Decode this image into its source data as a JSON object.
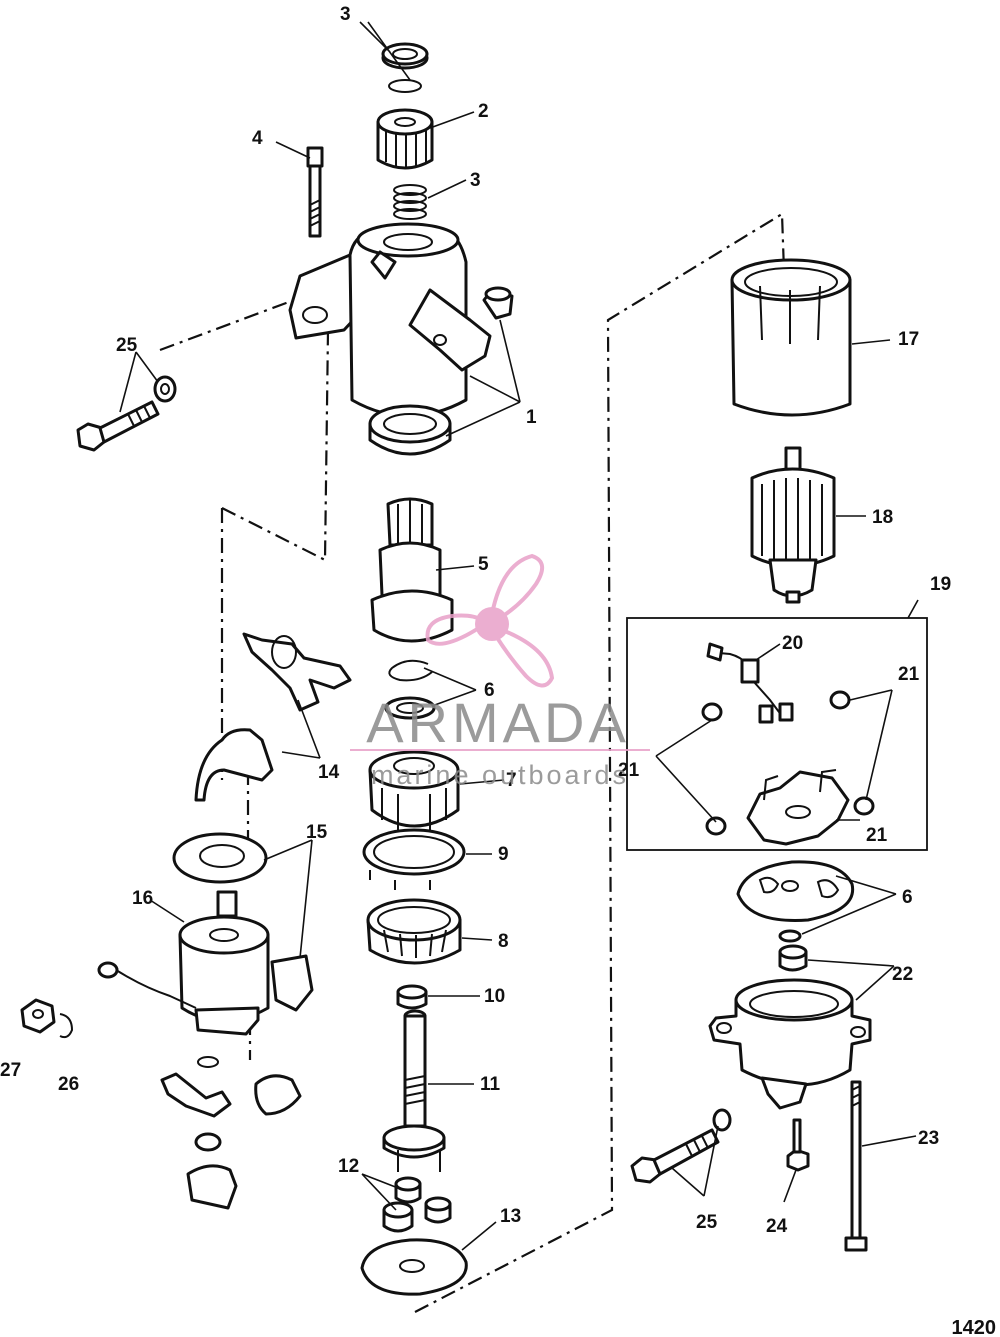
{
  "diagram_id": "1420",
  "watermark": {
    "brand": "ARMADA",
    "tagline": "marine outboards",
    "color": "#e8a0c8"
  },
  "callouts": [
    "1",
    "2",
    "3",
    "3",
    "4",
    "5",
    "6",
    "6",
    "7",
    "8",
    "9",
    "10",
    "11",
    "12",
    "13",
    "14",
    "15",
    "16",
    "17",
    "18",
    "19",
    "20",
    "21",
    "21",
    "21",
    "22",
    "23",
    "24",
    "25",
    "25",
    "26",
    "27"
  ]
}
